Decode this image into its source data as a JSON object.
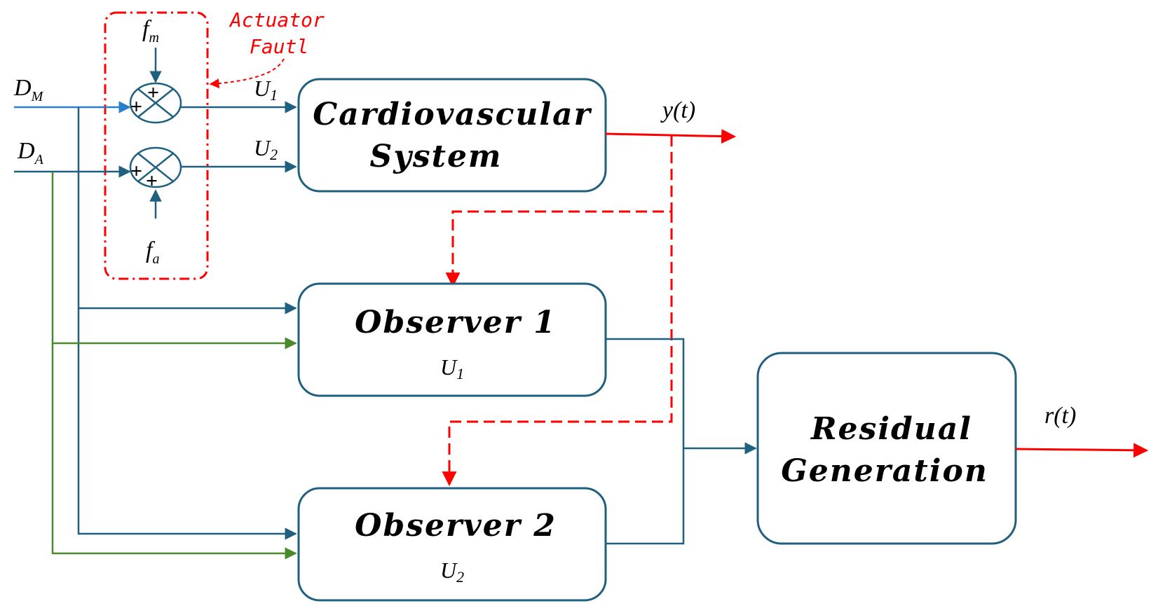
{
  "blocks": {
    "cardio_line1": "Cardiovascular",
    "cardio_line2": "System",
    "obs1_title": "Observer 1",
    "obs2_title": "Observer 2",
    "residual_line1": "Residual",
    "residual_line2": "Generation"
  },
  "labels": {
    "dm_main": "D",
    "dm_sub": "M",
    "da_main": "D",
    "da_sub": "A",
    "fm_main": "f",
    "fm_sub": "m",
    "fa_main": "f",
    "fa_sub": "a",
    "u1_main": "U",
    "u1_sub": "1",
    "u2_main": "U",
    "u2_sub": "2",
    "obs1_u_main": "U",
    "obs1_u_sub": "1",
    "obs2_u_main": "U",
    "obs2_u_sub": "2",
    "y": "y(t)",
    "r": "r(t)",
    "fault_line1": "Actuator",
    "fault_line2": "Fautl",
    "plus": "+"
  },
  "colors": {
    "teal": "#1f5f7f",
    "blue": "#2a7fc9",
    "green": "#4a8a2a",
    "red": "#ff0000",
    "box_stroke": "#1f5f7f"
  }
}
